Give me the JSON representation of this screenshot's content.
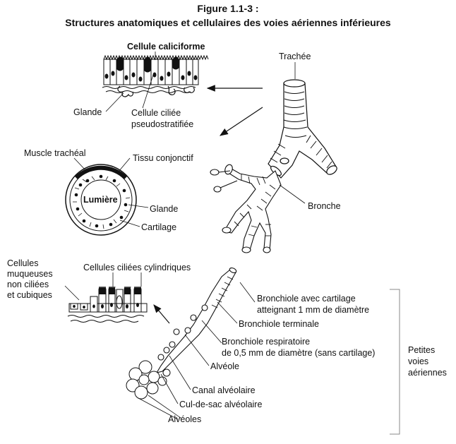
{
  "title": {
    "line1": "Figure 1.1-3 :",
    "line2": "Structures anatomiques et cellulaires des voies aériennes inférieures"
  },
  "labels": {
    "cellule_caliciforme": "Cellule caliciforme",
    "glande_top": "Glande",
    "cellule_ciliee": "Cellule ciliée",
    "pseudostratifiee": "pseudostratifiée",
    "trachee": "Trachée",
    "muscle_tracheal": "Muscle trachéal",
    "tissu_conjonctif": "Tissu conjonctif",
    "lumiere": "Lumière",
    "glande_ring": "Glande",
    "cartilage": "Cartilage",
    "bronche": "Bronche",
    "cellules_muqueuses_1": "Cellules",
    "cellules_muqueuses_2": "muqueuses",
    "cellules_muqueuses_3": "non ciliées",
    "cellules_muqueuses_4": "et cubiques",
    "cellules_ciliees_cyl": "Cellules ciliées cylindriques",
    "bronchiole_cartilage_1": "Bronchiole avec cartilage",
    "bronchiole_cartilage_2": "atteignant 1 mm de diamètre",
    "bronchiole_terminale": "Bronchiole terminale",
    "bronchiole_resp_1": "Bronchiole respiratoire",
    "bronchiole_resp_2": "de 0,5 mm de diamètre (sans cartilage)",
    "alveole": "Alvéole",
    "canal_alveolaire": "Canal alvéolaire",
    "cul_de_sac": "Cul-de-sac alvéolaire",
    "alveoles": "Alvéoles",
    "petites_1": "Petites",
    "petites_2": "voies",
    "petites_3": "aériennes"
  }
}
